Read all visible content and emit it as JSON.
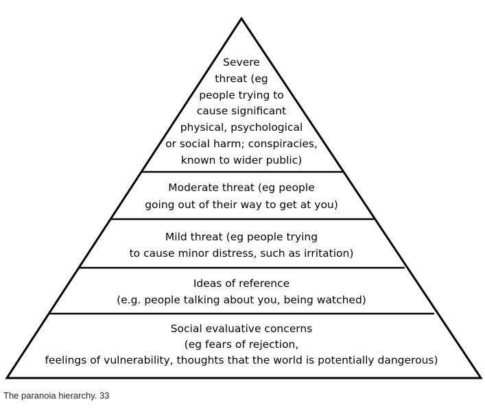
{
  "levels": [
    {
      "lines": [
        "Severe",
        "threat (eg",
        "people trying to",
        "cause significant",
        "physical, psychological",
        "or social harm; conspiracies,",
        "known to wider public)"
      ]
    },
    {
      "lines": [
        "Moderate threat (eg people",
        "going out of their way to get at you)"
      ]
    },
    {
      "lines": [
        "Mild threat (eg people trying",
        "to cause minor distress, such as irritation)"
      ]
    },
    {
      "lines": [
        "Ideas of reference",
        "(e.g. people talking about you, being watched)"
      ]
    },
    {
      "lines": [
        "Social evaluative concerns",
        "(eg  fears of rejection,",
        "feelings of vulnerability, thoughts that the world is potentially dangerous)"
      ]
    }
  ],
  "caption": "The paranoia hierarchy. 33"
}
